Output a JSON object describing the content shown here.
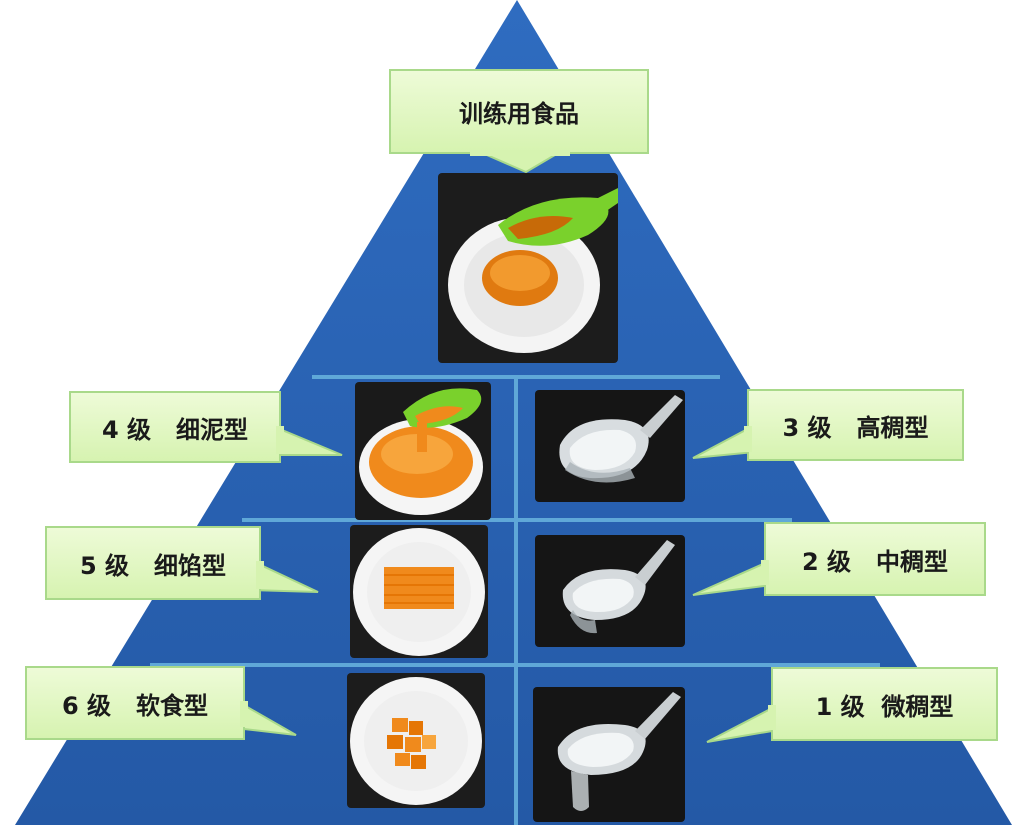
{
  "title_callout": "训练用食品",
  "left_levels": [
    {
      "label": "4 级   细泥型"
    },
    {
      "label": "5 级   细馅型"
    },
    {
      "label": "6 级   软食型"
    }
  ],
  "right_levels": [
    {
      "label": "3 级   高稠型"
    },
    {
      "label": "2 级   中稠型"
    },
    {
      "label": "1 级  微稠型"
    }
  ],
  "colors": {
    "pyramid": "#2a5fb0",
    "callout_fill": "#dcf6b8",
    "callout_border": "#a9d98a",
    "divider": "#5fa8d8",
    "food_orange": "#f08a1c"
  }
}
